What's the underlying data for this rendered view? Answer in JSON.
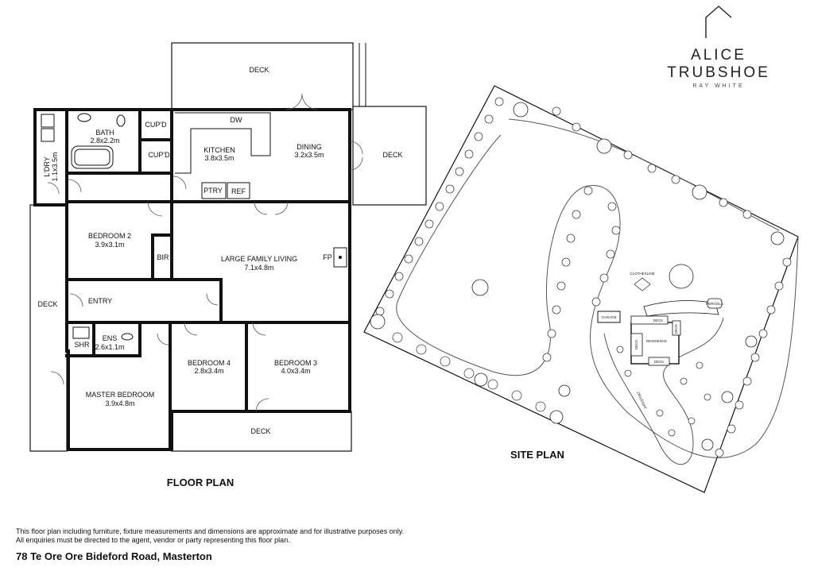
{
  "brand": {
    "name": "ALICE TRUBSHOE",
    "sub": "RAY WHITE",
    "logo_icon": "house-outline-icon"
  },
  "floor_plan": {
    "title": "FLOOR PLAN",
    "rooms": {
      "deck_top": "DECK",
      "bath": "BATH",
      "bath_size": "2.8x2.2m",
      "cupd1": "CUP'D",
      "cupd2": "CUP'D",
      "dw": "DW",
      "kitchen": "KITCHEN",
      "kitchen_size": "3.8x3.5m",
      "dining": "DINING",
      "dining_size": "3.2x3.5m",
      "deck_right": "DECK",
      "ldry": "L'DRY",
      "ldry_size": "1.1x3.5m",
      "ptry": "PTRY",
      "ref": "REF",
      "bedroom2": "BEDROOM 2",
      "bedroom2_size": "3.9x3.1m",
      "bir": "BIR",
      "living": "LARGE FAMILY LIVING",
      "living_size": "7.1x4.8m",
      "fp": "FP",
      "deck_left": "DECK",
      "entry": "ENTRY",
      "ens": "ENS",
      "ens_size": "2.6x1.1m",
      "shr": "SHR",
      "bedroom4": "BEDROOM 4",
      "bedroom4_size": "2.8x3.4m",
      "bedroom3": "BEDROOM 3",
      "bedroom3_size": "4.0x3.4m",
      "master": "MASTER BEDROOM",
      "master_size": "3.9x4.8m",
      "deck_bottom": "DECK"
    }
  },
  "site_plan": {
    "title": "SITE PLAN",
    "labels": {
      "clothesline": "CLOTHESLINE",
      "pergola": "PERGOLA",
      "garage": "GARAGE",
      "deck1": "DECK",
      "deck2": "DECK",
      "deck3": "DECK",
      "deck4": "DECK",
      "residence": "RESIDENCE",
      "driveway": "DRIVEWAY"
    }
  },
  "disclaimer": {
    "line1": "This floor plan including furniture, fixture measurements and dimensions are approximate and for illustrative purposes only.",
    "line2": "All enquiries must be directed to the agent, vendor or party representing this floor plan."
  },
  "address": "78 Te Ore Ore Bideford Road, Masterton"
}
